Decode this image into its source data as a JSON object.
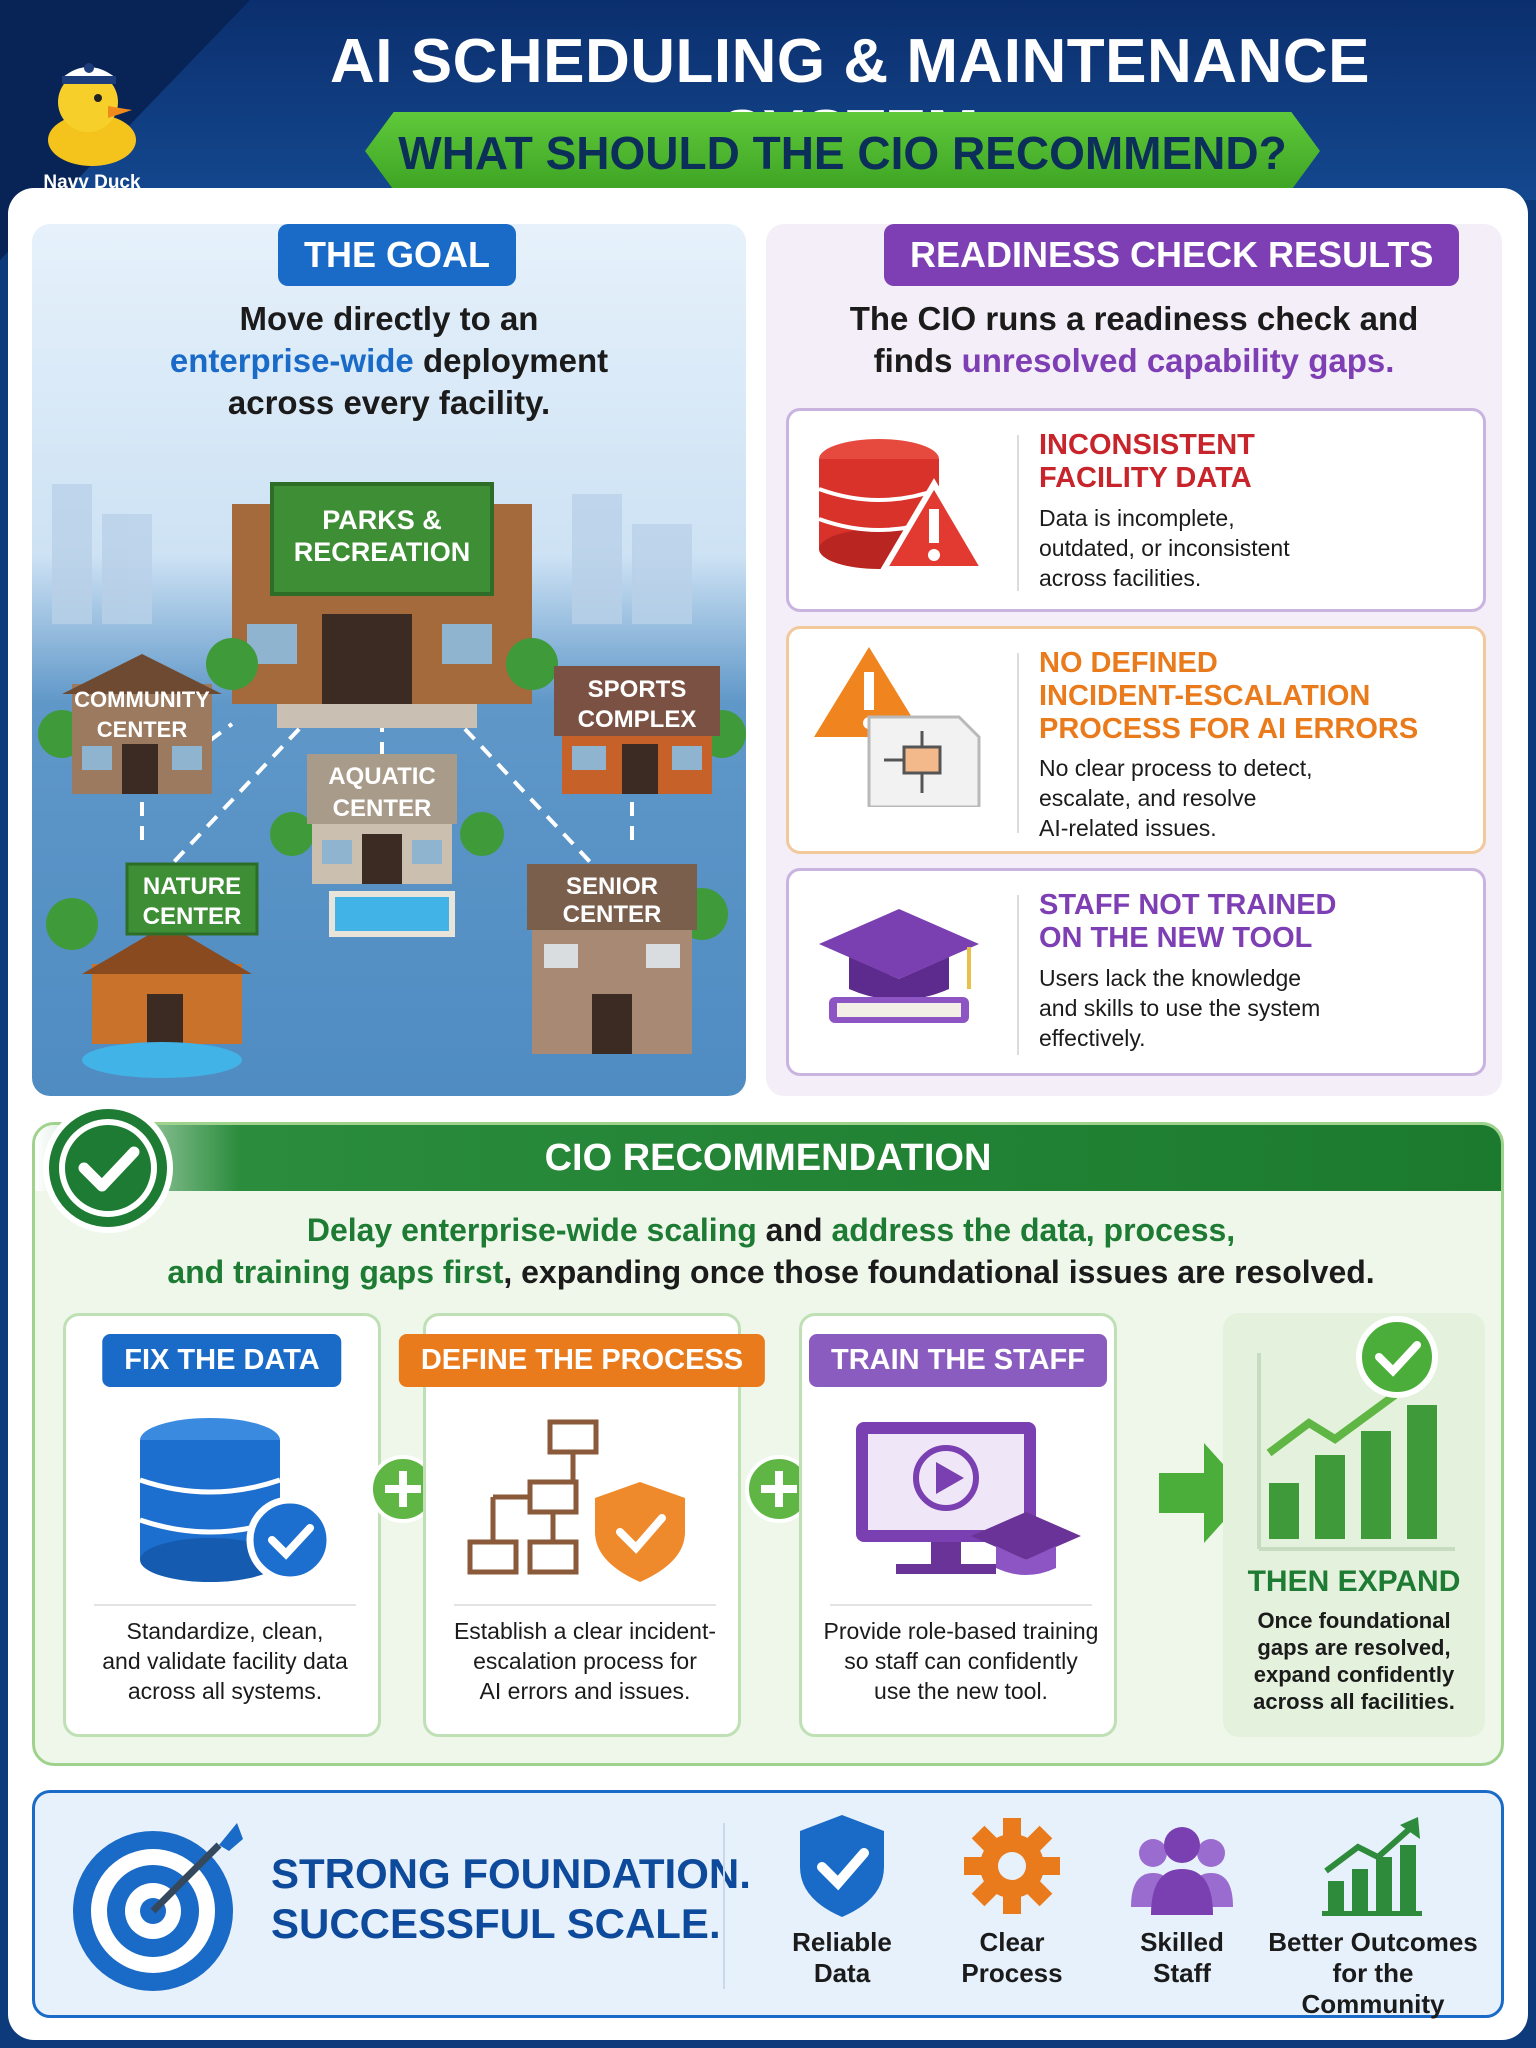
{
  "header": {
    "logo_text": "Navy Duck",
    "title": "AI SCHEDULING & MAINTENANCE SYSTEM",
    "subtitle": "WHAT SHOULD THE CIO RECOMMEND?"
  },
  "goal": {
    "label": "THE GOAL",
    "text_1": "Move directly to an",
    "text_highlight": "enterprise-wide",
    "text_2": " deployment",
    "text_3": "across every facility.",
    "facilities": {
      "main_1": "PARKS &",
      "main_2": "RECREATION",
      "community_1": "COMMUNITY",
      "community_2": "CENTER",
      "sports_1": "SPORTS",
      "sports_2": "COMPLEX",
      "aquatic_1": "AQUATIC",
      "aquatic_2": "CENTER",
      "nature_1": "NATURE",
      "nature_2": "CENTER",
      "senior_1": "SENIOR",
      "senior_2": "CENTER"
    }
  },
  "readiness": {
    "label": "READINESS CHECK RESULTS",
    "text_1": "The CIO runs a readiness check and",
    "text_2a": "finds ",
    "text_highlight": "unresolved capability gaps.",
    "gaps": [
      {
        "title_1": "INCONSISTENT",
        "title_2": "FACILITY DATA",
        "title_3": "",
        "desc_1": "Data is incomplete,",
        "desc_2": "outdated, or inconsistent",
        "desc_3": "across facilities.",
        "color": "#c8242b"
      },
      {
        "title_1": "NO DEFINED",
        "title_2": "INCIDENT-ESCALATION",
        "title_3": "PROCESS FOR AI ERRORS",
        "desc_1": "No clear process to detect,",
        "desc_2": "escalate, and resolve",
        "desc_3": "AI-related issues.",
        "color": "#ea7b1c"
      },
      {
        "title_1": "STAFF NOT TRAINED",
        "title_2": "ON THE NEW TOOL",
        "title_3": "",
        "desc_1": "Users lack the knowledge",
        "desc_2": "and skills to use the system",
        "desc_3": "effectively.",
        "color": "#7d3fb3"
      }
    ]
  },
  "recommendation": {
    "title": "CIO RECOMMENDATION",
    "line1_a": "Delay enterprise-wide scaling",
    "line1_b": " and ",
    "line1_c": "address the data, process,",
    "line2_a": "and training gaps first",
    "line2_b": ", expanding once those foundational issues are resolved.",
    "steps": [
      {
        "label": "FIX THE DATA",
        "desc_1": "Standardize, clean,",
        "desc_2": "and validate facility data",
        "desc_3": "across all systems.",
        "color": "#1a6bc7"
      },
      {
        "label": "DEFINE THE PROCESS",
        "desc_1": "Establish a clear incident-",
        "desc_2": "escalation process for",
        "desc_3": "AI errors and issues.",
        "color": "#ea7b1c"
      },
      {
        "label": "TRAIN THE STAFF",
        "desc_1": "Provide role-based training",
        "desc_2": "so staff can confidently",
        "desc_3": "use the new tool.",
        "color": "#8a5cc0"
      }
    ],
    "expand": {
      "title": "THEN EXPAND",
      "desc_1": "Once foundational",
      "desc_2": "gaps are resolved,",
      "desc_3": "expand confidently",
      "desc_4": "across all facilities."
    }
  },
  "footer": {
    "title_1": "STRONG FOUNDATION.",
    "title_2": "SUCCESSFUL SCALE.",
    "items": [
      {
        "line1": "Reliable",
        "line2": "Data",
        "icon": "shield-check-icon"
      },
      {
        "line1": "Clear",
        "line2": "Process",
        "icon": "gear-icon"
      },
      {
        "line1": "Skilled",
        "line2": "Staff",
        "icon": "people-icon"
      },
      {
        "line1": "Better Outcomes",
        "line2": "for the Community",
        "icon": "growth-chart-icon"
      }
    ]
  },
  "colors": {
    "navy": "#0b2f6e",
    "blue": "#1a6bc7",
    "green": "#1e7b33",
    "purple": "#7d3fb3",
    "orange": "#ea7b1c",
    "red": "#c8242b"
  }
}
